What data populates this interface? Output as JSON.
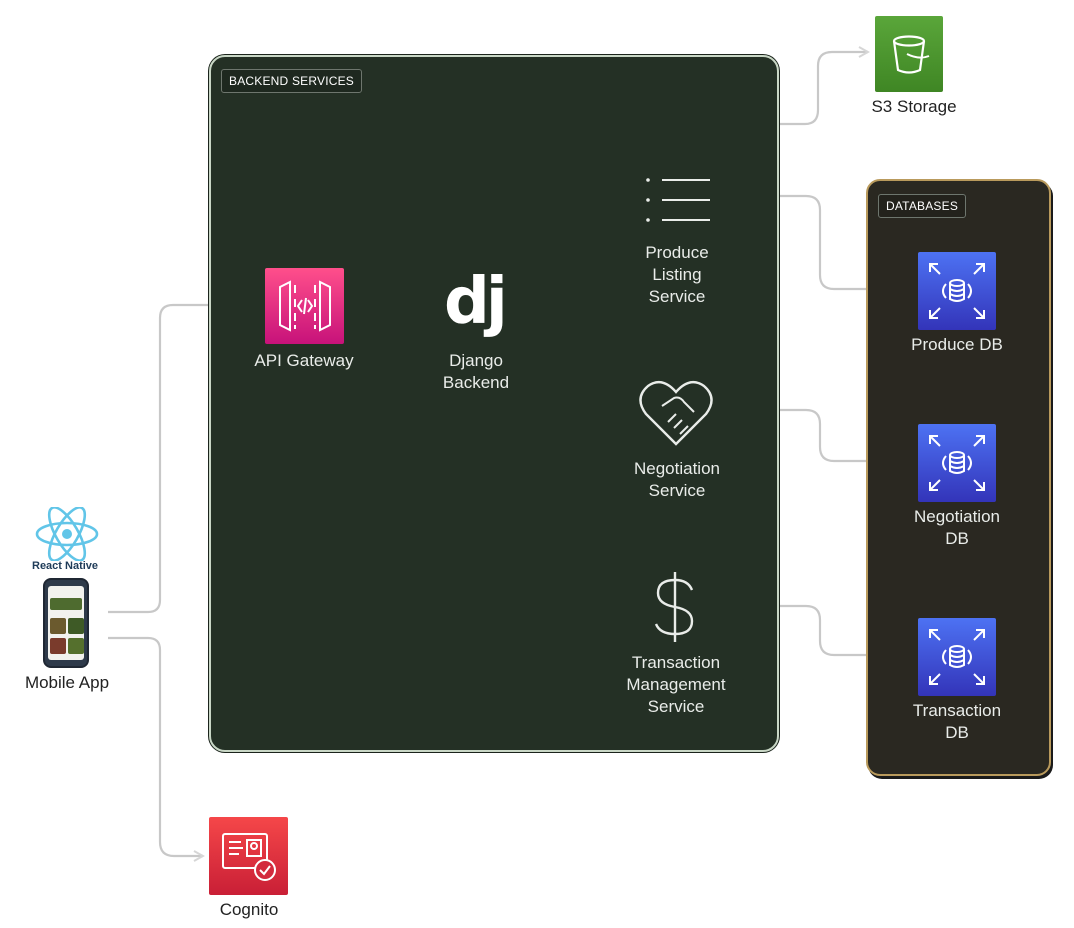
{
  "groups": {
    "backend_label": "BACKEND SERVICES",
    "databases_label": "DATABASES"
  },
  "nodes": {
    "s3": "S3 Storage",
    "api_gateway": "API Gateway",
    "django": "Django\nBackend",
    "produce_listing": "Produce\nListing\nService",
    "negotiation": "Negotiation\nService",
    "transaction": "Transaction\nManagement\nService",
    "produce_db": "Produce DB",
    "negotiation_db": "Negotiation\nDB",
    "transaction_db": "Transaction\nDB",
    "react_native": "React Native",
    "mobile_app": "Mobile App",
    "cognito": "Cognito",
    "django_logo_text": "dj"
  },
  "icons": {
    "s3": "bucket-icon",
    "api_gateway": "api-gateway-icon",
    "django": "django-logo",
    "produce_listing": "list-icon",
    "negotiation": "handshake-heart-icon",
    "transaction": "dollar-icon",
    "database": "database-icon",
    "react": "react-logo",
    "mobile": "phone-icon",
    "cognito": "identity-badge-icon"
  },
  "colors": {
    "backend_bg": "#243025",
    "databases_bg": "#2a2821",
    "databases_border": "#b99a5c",
    "aws_storage_green": "#3f8624",
    "api_gateway_pink": "#e7157b",
    "database_blue": "#3b48cc",
    "cognito_red": "#dd344c",
    "react_blue": "#61dafb",
    "connector_gray": "#c8c8c8"
  }
}
